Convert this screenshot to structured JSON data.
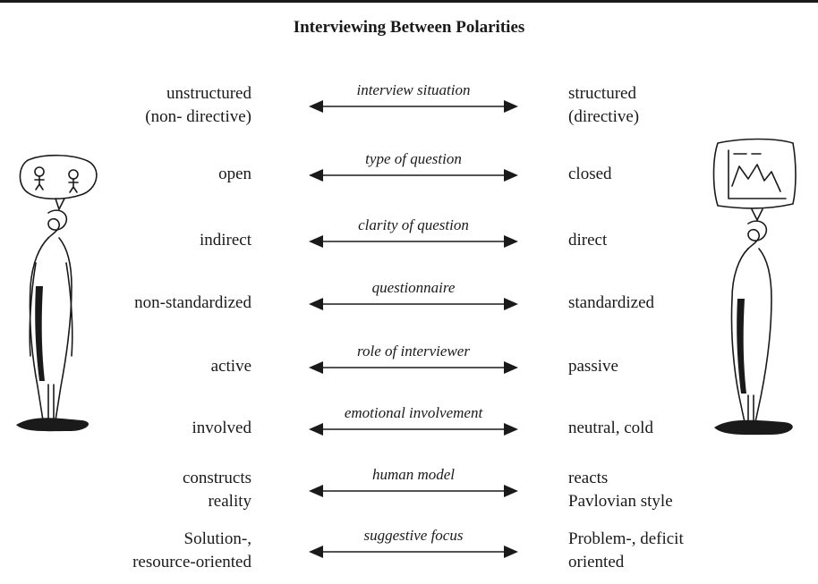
{
  "title": "Interviewing Between Polarities",
  "rows": [
    {
      "left": [
        "unstructured",
        "(non- directive)"
      ],
      "dimension": "interview situation",
      "right": [
        "structured",
        "(directive)"
      ]
    },
    {
      "left": [
        "open"
      ],
      "dimension": "type of question",
      "right": [
        "closed"
      ]
    },
    {
      "left": [
        "indirect"
      ],
      "dimension": "clarity of question",
      "right": [
        "direct"
      ]
    },
    {
      "left": [
        "non-standardized"
      ],
      "dimension": "questionnaire",
      "right": [
        "standardized"
      ]
    },
    {
      "left": [
        "active"
      ],
      "dimension": "role of interviewer",
      "right": [
        "passive"
      ]
    },
    {
      "left": [
        "involved"
      ],
      "dimension": "emotional involvement",
      "right": [
        "neutral, cold"
      ]
    },
    {
      "left": [
        "constructs",
        "reality"
      ],
      "dimension": "human model",
      "right": [
        "reacts",
        "Pavlovian style"
      ]
    },
    {
      "left": [
        "Solution-,",
        "resource-oriented"
      ],
      "dimension": "suggestive focus",
      "right": [
        "Problem-, deficit",
        "oriented"
      ]
    }
  ],
  "figures": {
    "left": {
      "icon": "person-thinking-of-people-icon",
      "bubble_content": "two small figures"
    },
    "right": {
      "icon": "person-thinking-of-chart-icon",
      "bubble_content": "line chart"
    }
  },
  "arrow": {
    "type": "double-headed",
    "color": "#1a1a1a"
  }
}
